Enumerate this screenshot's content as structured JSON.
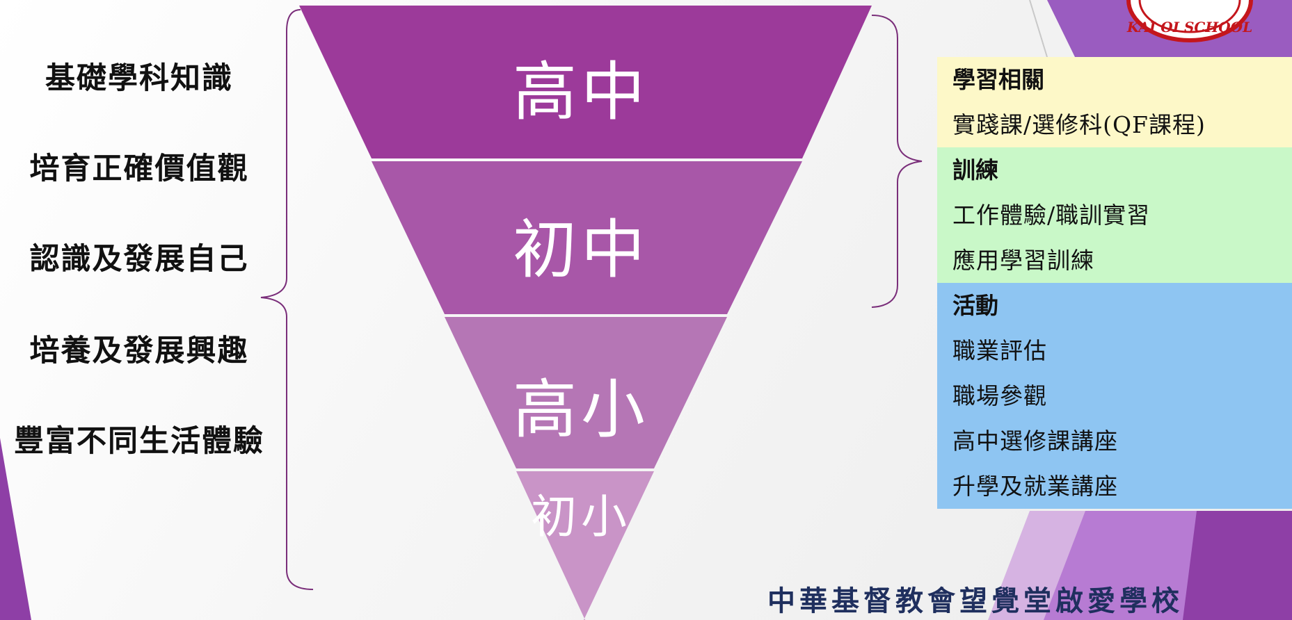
{
  "left_items": [
    "基礎學科知識",
    "培育正確價值觀",
    "認識及發展自己",
    "培養及發展興趣",
    "豐富不同生活體驗"
  ],
  "levels": [
    "高中",
    "初中",
    "高小",
    "初小"
  ],
  "categories": [
    {
      "title": "學習相關",
      "items": [
        "實踐課/選修科(QF課程)"
      ],
      "color": "#fdf8c8"
    },
    {
      "title": "訓練",
      "items": [
        "工作體驗/職訓實習",
        "應用學習訓練"
      ],
      "color": "#c9f8c8"
    },
    {
      "title": "活動",
      "items": [
        "職業評估",
        "職場參觀",
        "高中選修課講座",
        "升學及就業講座"
      ],
      "color": "#8ec5f2"
    }
  ],
  "logo": {
    "text": "KAI OI SCHOOL"
  },
  "school_name": "中華基督教會望覺堂啟愛學校",
  "colors": {
    "level_1": "#9c3a9a",
    "level_2": "#a857a8",
    "level_3": "#b576b5",
    "level_4": "#c994c7",
    "accent_purple": "#8e3fa6",
    "brace": "#7a2e7a"
  }
}
